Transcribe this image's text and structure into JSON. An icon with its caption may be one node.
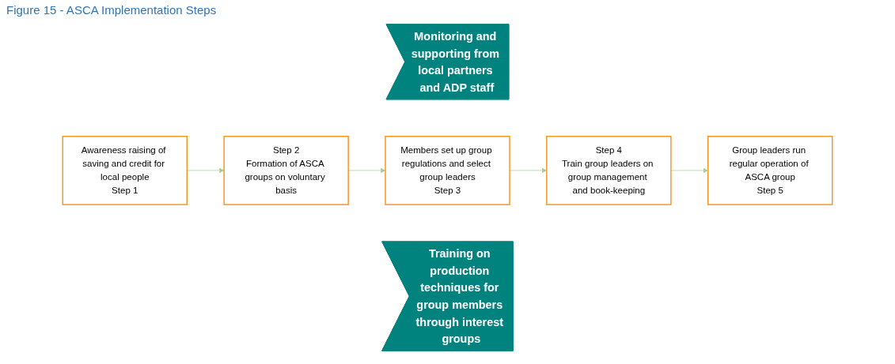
{
  "diagram": {
    "title": "Figure 15 - ASCA Implementation Steps",
    "nodes": [
      {
        "text": [
          "Monitoring and supporting from local partners and ADP staff"
        ]
      },
      {
        "text": [
          "Awareness raising of saving and credit for local people",
          "Step 1"
        ]
      },
      {
        "text": [
          "Step 2",
          "Formation of ASCA groups on voluntary basis"
        ]
      },
      {
        "text": [
          "Members set up group regulations and select group leaders",
          "Step 3"
        ]
      },
      {
        "text": [
          "Step 4",
          "Train group leaders on group management and book-keeping"
        ]
      },
      {
        "text": [
          "Group leaders run regular operation of ASCA group",
          "Step 5"
        ]
      },
      {
        "text": [
          "Training on production techniques for group members through interest groups"
        ]
      }
    ],
    "edges": [
      {
        "from": 1,
        "to": 2,
        "arrow": "to",
        "color": "#a9d18e"
      },
      {
        "from": 2,
        "to": 3,
        "arrow": "to",
        "color": "#a9d18e"
      },
      {
        "from": 3,
        "to": 4,
        "arrow": "to",
        "color": "#a9d18e"
      },
      {
        "from": 4,
        "to": 5,
        "arrow": "to",
        "color": "#a9d18e"
      }
    ]
  }
}
